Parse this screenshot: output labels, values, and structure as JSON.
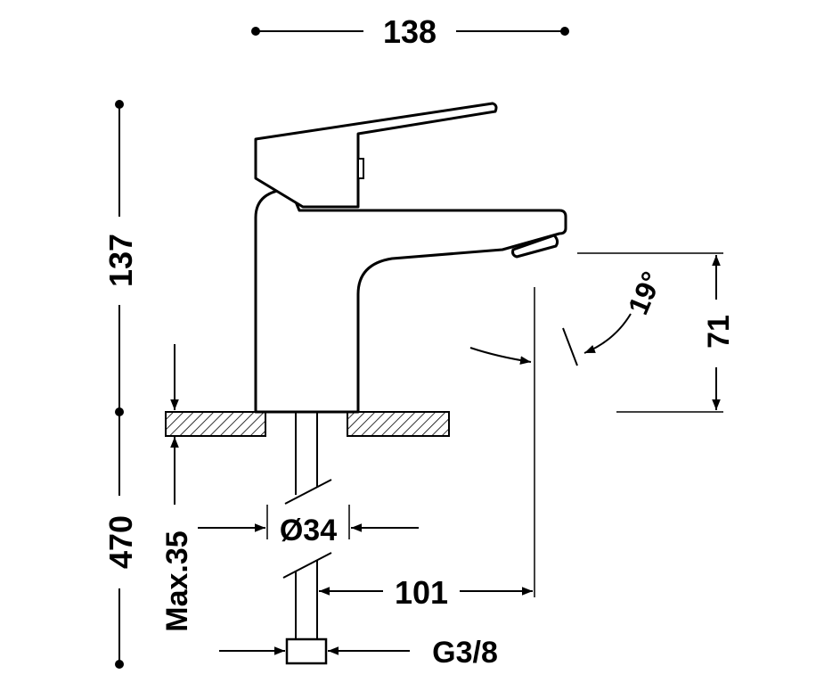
{
  "dimensions": {
    "width_total": "138",
    "height_body": "137",
    "length_hose": "470",
    "max_deck": "Max.35",
    "hole_diameter": "Ø34",
    "reach": "101",
    "spout_height": "71",
    "angle": "19°",
    "connection": "G3/8"
  }
}
